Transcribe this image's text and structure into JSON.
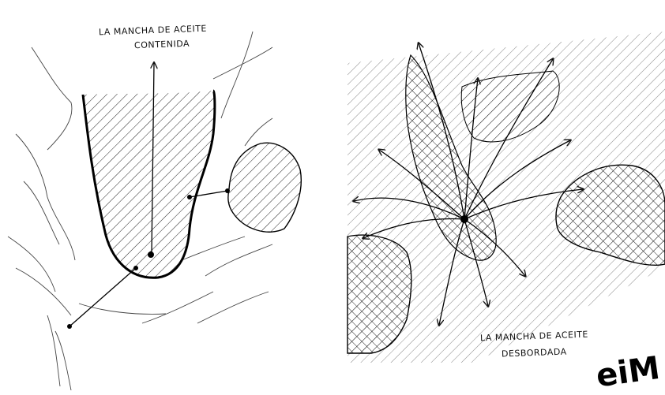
{
  "left_sketch": {
    "label_line1": "LA MANCHA DE ACEITE",
    "label_line2": "CONTENIDA"
  },
  "right_sketch": {
    "label_line1": "LA MANCHA DE ACEITE",
    "label_line2": "DESBORDADA"
  },
  "watermark_fragment": "eiM",
  "colors": {
    "ink": "#111111",
    "background": "#ffffff"
  }
}
